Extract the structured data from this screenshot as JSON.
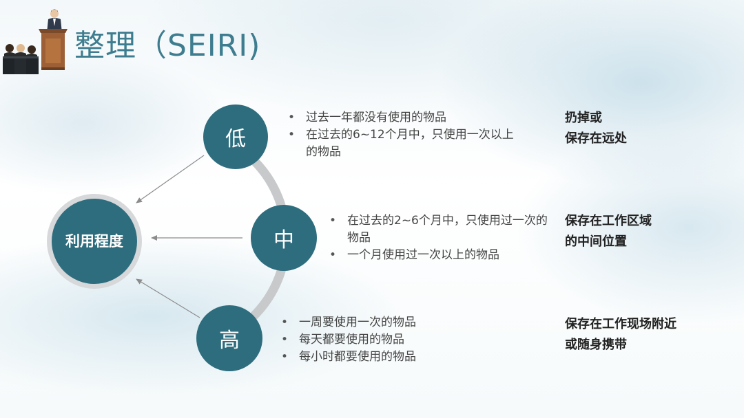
{
  "title": "整理（SEIRI)",
  "center_label": "利用程度",
  "levels": [
    {
      "label": "低",
      "items": [
        "过去一年都没有使用的物品",
        "在过去的6~12个月中，只使用一次以上的物品"
      ],
      "action": [
        "扔掉或",
        "保存在远处"
      ]
    },
    {
      "label": "中",
      "items": [
        "在过去的2~6个月中，只使用过一次的物品",
        "一个月使用过一次以上的物品"
      ],
      "action": [
        "保存在工作区域",
        "的中间位置"
      ]
    },
    {
      "label": "高",
      "items": [
        "一周要使用一次的物品",
        "每天都要使用的物品",
        "每小时都要使用的物品"
      ],
      "action": [
        "保存在工作现场附近",
        "或随身携带"
      ]
    }
  ],
  "bullet": "•",
  "colors": {
    "title": "#3d7d8f",
    "circle": "#2e6d7e",
    "arc": "#c8c9ca",
    "ring": "#d6d8da",
    "arrow": "#8c8c8c"
  },
  "icons": {
    "presenter": "presenter-podium-audience-icon"
  }
}
